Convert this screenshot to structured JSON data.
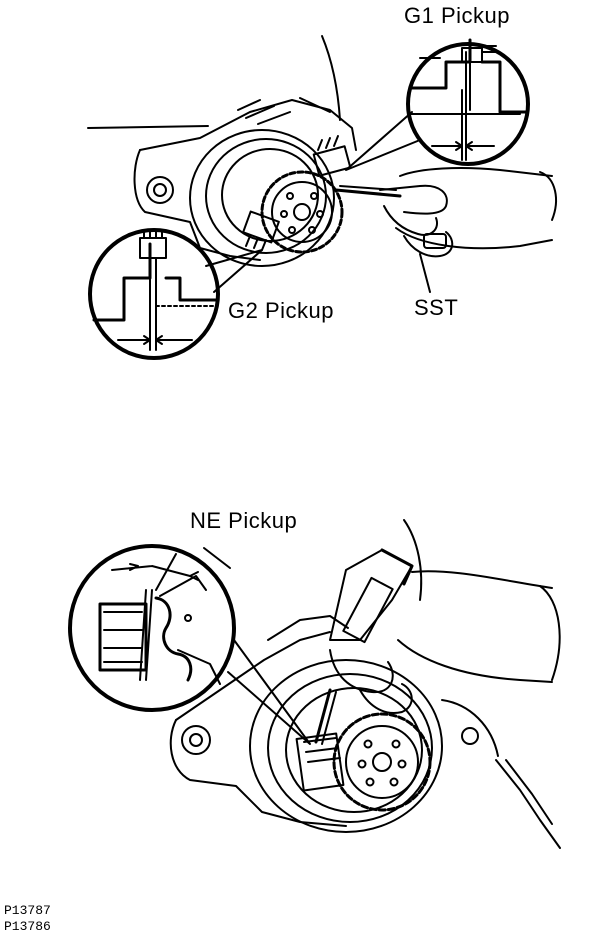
{
  "labels": {
    "g1_pickup": "G1 Pickup",
    "g2_pickup": "G2 Pickup",
    "sst": "SST",
    "ne_pickup": "NE Pickup"
  },
  "figure_codes": [
    "P13787",
    "P13786"
  ],
  "colors": {
    "ink": "#000000",
    "paper": "#ffffff"
  }
}
